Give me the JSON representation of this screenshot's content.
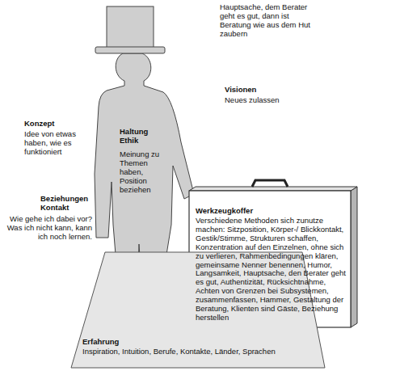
{
  "diagram": {
    "nodes": [
      {
        "text": [
          "Haltung Ethik",
          "Meinung zu Themen haben, Position beziehen"
        ]
      },
      {
        "text": [
          "Werkzeugkoffer",
          "Verschiedene Methoden sich zunutze machen: Sitzposition, Körper-/ Blickkontakt, Gestik/Stimme, Strukturen schaffen, Konzentration auf den Einzelnen, ohne sich zu verlieren, Rahmenbedingungen klären, gemeinsame Nenner benennen, Humor, Langsamkeit, Hauptsache, den Berater geht es gut, Authentizität, Rücksichtnahme, Achten von Grenzen bei Subsystemen, zusammenfassen, Hammer, Gestaltung der Beratung, Klienten sind Gäste, Beziehung herstellen"
        ]
      },
      {
        "text": [
          "Erfahrung",
          "Inspiration, Intuition, Berufe, Kontakte, Länder, Sprachen"
        ]
      }
    ],
    "labels": [
      "Hauptsache, dem Berater geht es gut, dann ist Beratung wie aus dem Hut zaubern",
      "Visionen",
      "Neues zulassen",
      "Konzept",
      "Idee von etwas haben, wie es funktioniert",
      "Beziehungen Kontakt",
      "Wie gehe ich dabei vor? Was ich nicht kann, kann ich noch lernen."
    ]
  }
}
